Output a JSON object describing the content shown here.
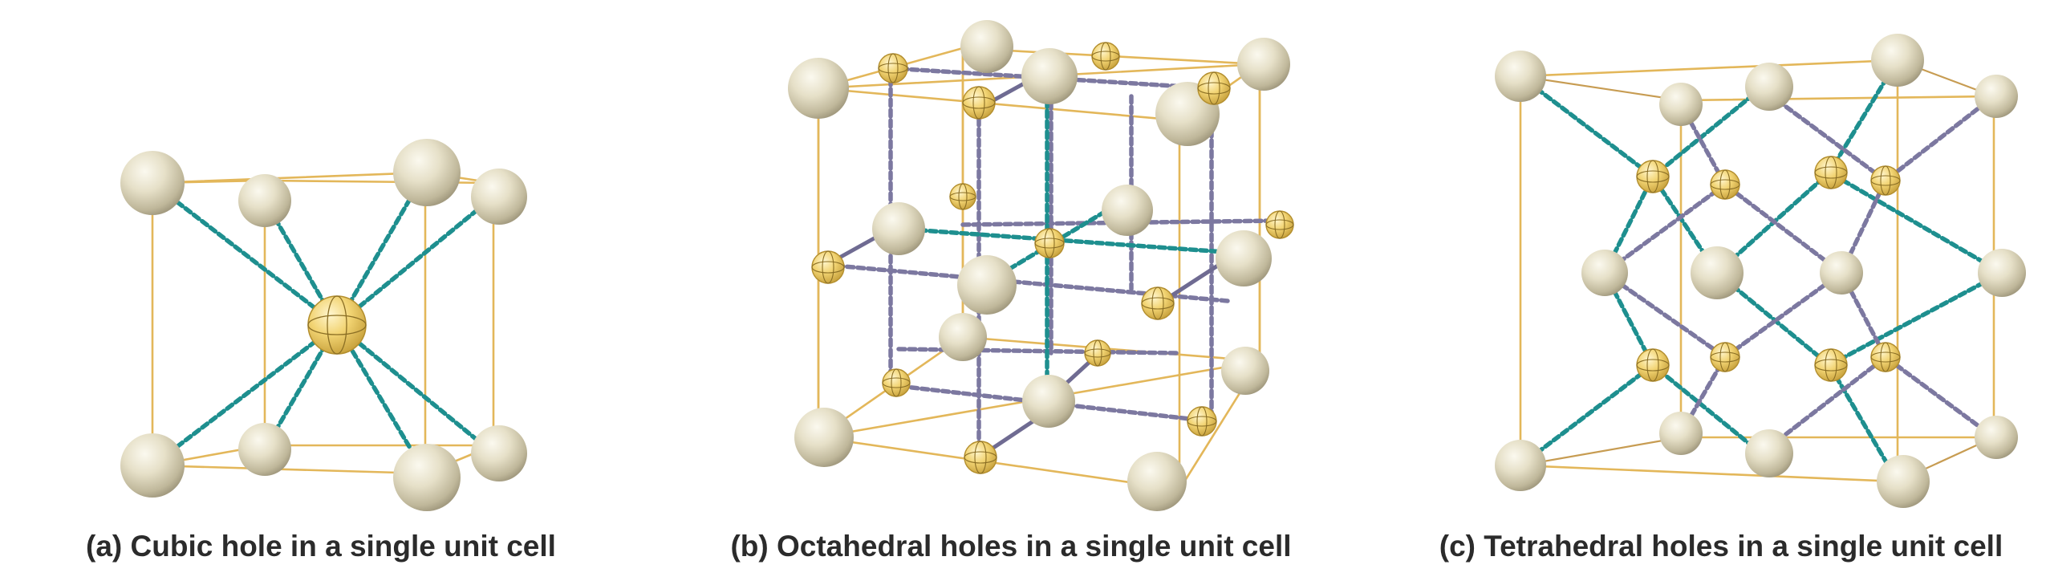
{
  "panels": [
    {
      "id": "a",
      "caption": "(a) Cubic hole in a single unit cell"
    },
    {
      "id": "b",
      "caption": "(b) Octahedral holes in a single unit cell"
    },
    {
      "id": "c",
      "caption": "(c) Tetrahedral holes in a single unit cell"
    }
  ],
  "colors": {
    "host_atom": "#e9e4cf",
    "hole_atom": "#f3d77a",
    "cell_edge": "#e3b75a",
    "teal_bond": "#1e8f8f",
    "violet_bond": "#7c78a0"
  },
  "icons": [
    "host-atom",
    "hole-atom"
  ]
}
